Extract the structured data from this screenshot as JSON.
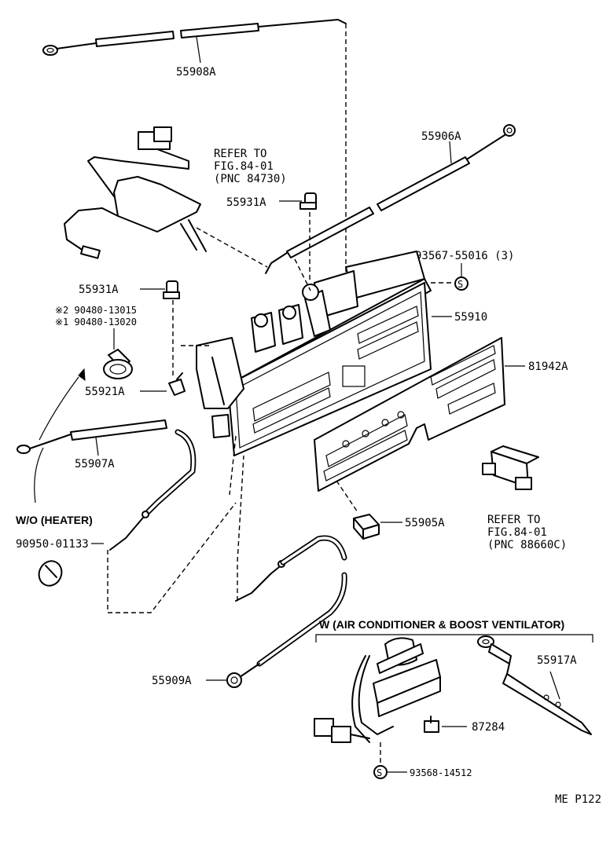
{
  "labels": {
    "p55908a": "55908A",
    "p55906a": "55906A",
    "refer1_line1": "REFER TO",
    "refer1_line2": "FIG.84-01",
    "refer1_line3": "(PNC 84730)",
    "p55931a_top": "55931A",
    "p93567": "93567-55016 (3)",
    "p55931a_left": "55931A",
    "p90480_2": "※2 90480-13015",
    "p90480_1": "※1 90480-13020",
    "p55910": "55910",
    "p81942a": "81942A",
    "p55921a": "55921A",
    "p55907a": "55907A",
    "wo_heater": "W/O (HEATER)",
    "p90950": "90950-01133",
    "refer2_line1": "REFER TO",
    "refer2_line2": "FIG.84-01",
    "refer2_line3": "(PNC 88660C)",
    "p55905a": "55905A",
    "w_aircon": "W (AIR CONDITIONER & BOOST VENTILATOR)",
    "p55909a": "55909A",
    "p55917a": "55917A",
    "p87284": "87284",
    "p93568": "93568-14512",
    "figure_code": "ME P122",
    "s_mark": "S"
  }
}
